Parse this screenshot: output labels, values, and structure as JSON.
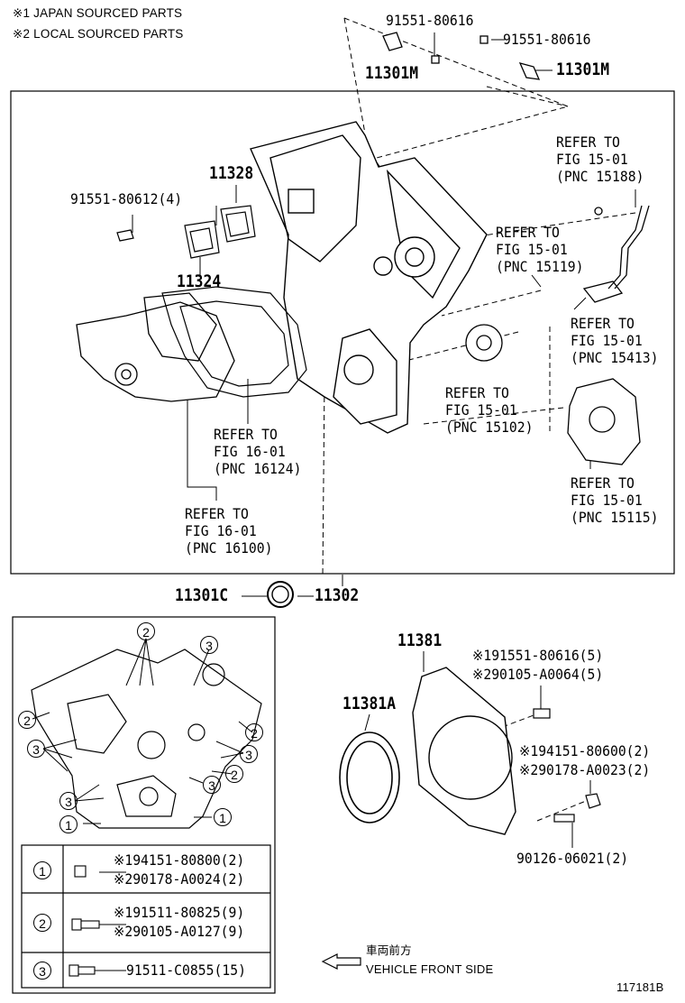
{
  "notes": {
    "japan": "※1 JAPAN SOURCED PARTS",
    "local": "※2 LOCAL SOURCED PARTS"
  },
  "top": {
    "bolt_a": "91551-80616",
    "bolt_b": "91551-80616",
    "sensor_a": "11301M",
    "sensor_b": "11301M"
  },
  "main": {
    "p11328": "11328",
    "bolt_4": "91551-80612(4)",
    "p11324": "11324",
    "ref_15188": "REFER TO\nFIG 15-01\n(PNC 15188)",
    "ref_15119": "REFER TO\nFIG 15-01\n(PNC 15119)",
    "ref_15413": "REFER TO\nFIG 15-01\n(PNC 15413)",
    "ref_15102": "REFER TO\nFIG 15-01\n(PNC 15102)",
    "ref_15115": "REFER TO\nFIG 15-01\n(PNC 15115)",
    "ref_16124": "REFER TO\nFIG 16-01\n(PNC 16124)",
    "ref_16100": "REFER TO\nFIG 16-01\n(PNC 16100)"
  },
  "below": {
    "p11301c": "11301C",
    "p11302": "11302"
  },
  "rear": {
    "p11381": "11381",
    "p11381a": "11381A",
    "bolts_5a": "※191551-80616(5)",
    "bolts_5b": "※290105-A0064(5)",
    "nuts_2a": "※194151-80600(2)",
    "nuts_2b": "※290178-A0023(2)",
    "stud": "90126-06021(2)"
  },
  "inset": {
    "callouts": [
      "2",
      "3",
      "2",
      "2",
      "3",
      "3",
      "2",
      "3",
      "3",
      "1",
      "1"
    ]
  },
  "table": {
    "rows": [
      {
        "idx": "1",
        "line1": "※194151-80800(2)",
        "line2": "※290178-A0024(2)"
      },
      {
        "idx": "2",
        "line1": "※191511-80825(9)",
        "line2": "※290105-A0127(9)"
      },
      {
        "idx": "3",
        "line1": "91511-C0855(15)",
        "line2": ""
      }
    ]
  },
  "direction": {
    "jp": "車両前方",
    "en": "VEHICLE FRONT SIDE"
  },
  "figure_id": "117181B"
}
